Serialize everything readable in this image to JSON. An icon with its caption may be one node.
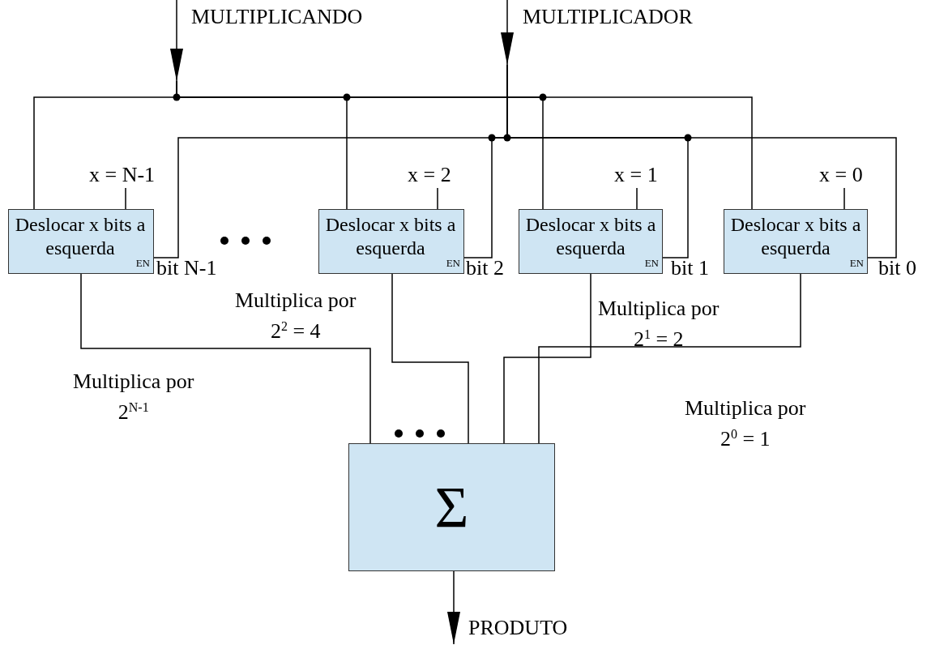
{
  "diagram": {
    "nodes": [
      {
        "text": [
          "MULTIPLICANDO"
        ]
      },
      {
        "text": [
          "MULTIPLICADOR"
        ]
      },
      {
        "text": [
          "x = N-1"
        ]
      },
      {
        "text": [
          "Deslocar x bits a esquerda",
          "EN"
        ],
        "beside": [
          "bit N-1"
        ]
      },
      {
        "text": [
          "x = 2"
        ]
      },
      {
        "text": [
          "Deslocar x bits a esquerda",
          "EN"
        ],
        "beside": [
          "bit 2"
        ]
      },
      {
        "text": [
          "x = 1"
        ]
      },
      {
        "text": [
          "Deslocar x bits a esquerda",
          "EN"
        ],
        "beside": [
          "bit 1"
        ]
      },
      {
        "text": [
          "x = 0"
        ]
      },
      {
        "text": [
          "Deslocar x bits a esquerda",
          "EN"
        ],
        "beside": [
          "bit 0"
        ]
      },
      {
        "text": [
          "Σ"
        ]
      },
      {
        "text": [
          "PRODUTO"
        ]
      }
    ],
    "edges": [
      {
        "from": 0,
        "to": 3,
        "arrow": "none"
      },
      {
        "from": 0,
        "to": 5,
        "arrow": "none"
      },
      {
        "from": 0,
        "to": 7,
        "arrow": "none"
      },
      {
        "from": 0,
        "to": 9,
        "arrow": "none"
      },
      {
        "from": 1,
        "to": 3,
        "arrow": "none"
      },
      {
        "from": 1,
        "to": 5,
        "arrow": "none"
      },
      {
        "from": 1,
        "to": 7,
        "arrow": "none"
      },
      {
        "from": 1,
        "to": 9,
        "arrow": "none"
      },
      {
        "from": 0,
        "to": null,
        "arrow": "to"
      },
      {
        "from": 1,
        "to": null,
        "arrow": "to"
      },
      {
        "from": 2,
        "to": 3,
        "arrow": "none"
      },
      {
        "from": 4,
        "to": 5,
        "arrow": "none"
      },
      {
        "from": 6,
        "to": 7,
        "arrow": "none"
      },
      {
        "from": 8,
        "to": 9,
        "arrow": "none"
      },
      {
        "from": 3,
        "to": 10,
        "arrow": "none"
      },
      {
        "from": 5,
        "to": 10,
        "arrow": "none"
      },
      {
        "from": 7,
        "to": 10,
        "arrow": "none"
      },
      {
        "from": 9,
        "to": 10,
        "arrow": "none"
      },
      {
        "from": 10,
        "to": 11,
        "arrow": "to"
      }
    ],
    "labels": [
      "Multiplica por 2$^{2}$ = 4",
      "Multiplica por 2$^{1}$ = 2",
      "Multiplica por 2$^{N-1}$",
      "Multiplica por 2$^{0}$ = 1"
    ]
  }
}
